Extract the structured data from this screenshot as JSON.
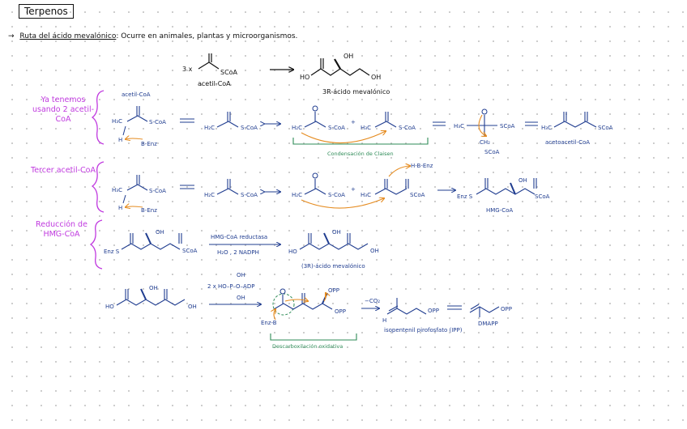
{
  "title": "Terpenos",
  "intro": {
    "arrow": "→",
    "heading": "Ruta del ácido mevalónico",
    "text": ": Ocurre en animales, plantas y microorganismos."
  },
  "overview": {
    "multiplier": "3 x",
    "reactant_group": "SCoA",
    "reactant_name": "acetil-CoA",
    "product_oh1": "OH",
    "product_oh2": "OH",
    "product_ho": "HO",
    "product_name": "3R-ácido mevalónico"
  },
  "sections": [
    {
      "label": "Ya tenemos usando 2 acetil-CoA"
    },
    {
      "label": "Tercer acetil-CoA"
    },
    {
      "label": "Reducción de HMG-CoA"
    }
  ],
  "row1": {
    "start_name": "acetil-CoA",
    "h3c": "H₃C",
    "scoa": "S-CoA",
    "h": "H",
    "b_enz": "B-Enz",
    "enolate_h2c": "H₂C",
    "claisen_label": "Condensación de Claisen",
    "plus": "+",
    "tetra_ch2": "CH₂",
    "tetra_scoa": "SCoA",
    "product_name": "acetoacetil-CoA"
  },
  "row2": {
    "h_b_enz": "H-B-Enz",
    "enz_s": "Enz S",
    "product_name": "HMG-CoA"
  },
  "row3": {
    "enz_s": "Enz S",
    "oh": "OH",
    "scoa": "SCoA",
    "enzyme": "HMG-CoA reductasa",
    "conditions": "H₂O , 2 NADPH",
    "ho": "HO",
    "product_name": "(3R)-ácido mevalónico"
  },
  "row4": {
    "ho": "HO",
    "oh": "OH",
    "reagent": "2 x HO–P–O–ADP",
    "p_top": "OH",
    "p_bottom": "OH",
    "opp": "OPP",
    "enz_b": "Enz-B",
    "co2": "−CO₂",
    "decarb_label": "Descarboxilación oxidativa",
    "ipp_name": "isopentenil pirofosfato (IPP)",
    "dmapp_name": "DMAPP"
  },
  "colors": {
    "structure": "#1f3c8f",
    "arrows_mechanism": "#e58b1f",
    "section_labels": "#c03adf",
    "brackets": "#2e8b57"
  }
}
